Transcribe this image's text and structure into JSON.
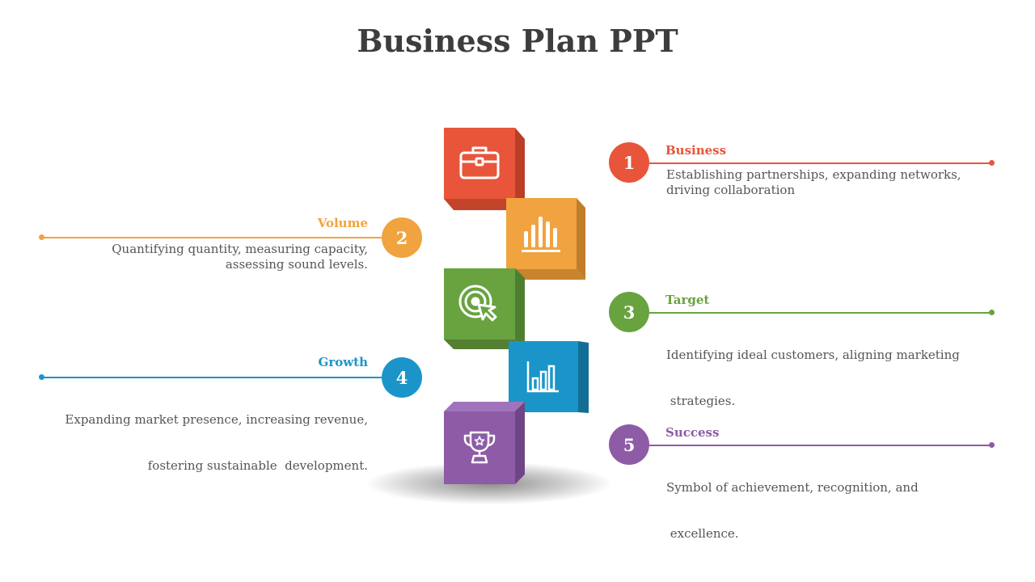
{
  "title": "Business Plan PPT",
  "colors": {
    "orange_red": "#E8553A",
    "orange": "#F0A33F",
    "green": "#68A33F",
    "blue": "#1B95C9",
    "purple": "#8E5BA6"
  },
  "steps": [
    {
      "number": "1",
      "label": "Business",
      "line1": "Establishing  partnerships, expanding networks,",
      "line2": "driving collaboration",
      "icon": "briefcase-icon"
    },
    {
      "number": "2",
      "label": "Volume",
      "line1": "Quantifying quantity, measuring capacity,",
      "line2": "assessing sound levels.",
      "icon": "bar-chart-icon"
    },
    {
      "number": "3",
      "label": "Target",
      "line1": "Identifying ideal customers, aligning marketing",
      "line2": " strategies.",
      "icon": "target-icon"
    },
    {
      "number": "4",
      "label": "Growth",
      "line1": "Expanding market presence, increasing revenue,",
      "line2": "fostering sustainable  development.",
      "icon": "growth-chart-icon"
    },
    {
      "number": "5",
      "label": "Success",
      "line1": "Symbol of achievement, recognition, and",
      "line2": " excellence.",
      "icon": "trophy-icon"
    }
  ]
}
